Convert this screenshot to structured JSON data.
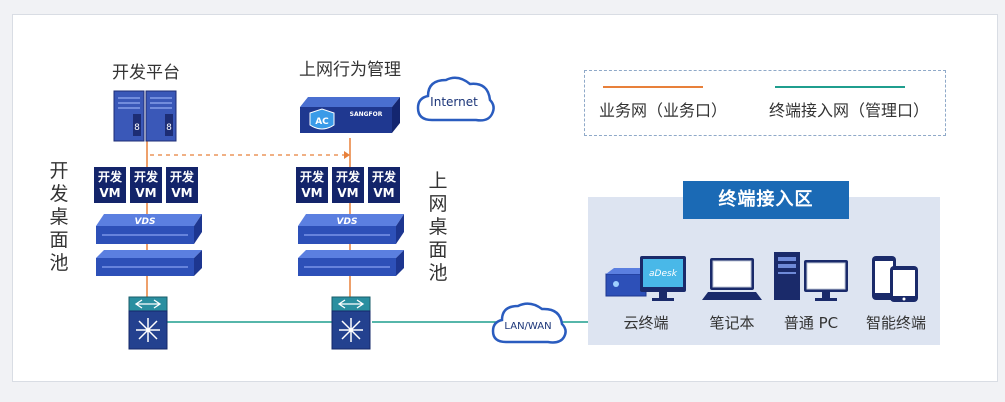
{
  "dev_platform": {
    "title": "开发平台",
    "pool_label": [
      "开",
      "发",
      "桌",
      "面",
      "池"
    ],
    "vms": [
      {
        "line1": "开发",
        "line2": "VM"
      },
      {
        "line1": "开发",
        "line2": "VM"
      },
      {
        "line1": "开发",
        "line2": "VM"
      }
    ],
    "vds_label": "VDS"
  },
  "internet_mgmt": {
    "title": "上网行为管理",
    "device_badge": "AC",
    "device_brand": "SANGFOR",
    "pool_label": [
      "上",
      "网",
      "桌",
      "面",
      "池"
    ],
    "vms": [
      {
        "line1": "开发",
        "line2": "VM"
      },
      {
        "line1": "开发",
        "line2": "VM"
      },
      {
        "line1": "开发",
        "line2": "VM"
      }
    ],
    "vds_label": "VDS"
  },
  "internet_cloud": "Internet",
  "wan_cloud": "LAN/WAN",
  "legend": {
    "business": {
      "label": "业务网（业务口）",
      "color": "#e8803a"
    },
    "terminal": {
      "label": "终端接入网（管理口）",
      "color": "#1f9e8e"
    }
  },
  "terminal_zone": {
    "title": "终端接入区",
    "devices": [
      {
        "label": "云终端",
        "screen_text": "aDesk"
      },
      {
        "label": "笔记本"
      },
      {
        "label": "普通 PC"
      },
      {
        "label": "智能终端"
      }
    ]
  },
  "colors": {
    "vm_fill": "#13246a",
    "vds_fill": "#2d50b8",
    "switch_fill": "#2a8fa0",
    "zone_header": "#1b6ab5",
    "cloud_stroke": "#2a5cbf"
  }
}
